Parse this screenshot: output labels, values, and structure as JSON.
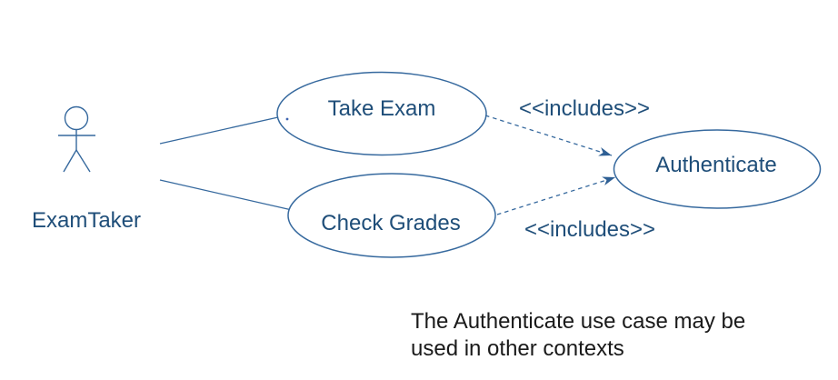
{
  "diagram": {
    "kind": "uml-use-case",
    "actor": {
      "label": "ExamTaker"
    },
    "use_cases": [
      {
        "label": "Take Exam"
      },
      {
        "label": "Check Grades"
      },
      {
        "label": "Authenticate"
      }
    ],
    "associations": [
      {
        "from": "ExamTaker",
        "to": "Take Exam"
      },
      {
        "from": "ExamTaker",
        "to": "Check Grades"
      }
    ],
    "connectors": [
      {
        "from": "Take Exam",
        "to": "Authenticate",
        "label": "<<includes>>",
        "style": "dashed-arrow"
      },
      {
        "from": "Check Grades",
        "to": "Authenticate",
        "label": "<<includes>>",
        "style": "dashed-arrow"
      }
    ],
    "note": {
      "line1": "The Authenticate use case may be",
      "line2": "used in other contexts"
    },
    "colors": {
      "stroke": "#36699E",
      "text": "#1F4E79",
      "arrow": "#2E5F94",
      "note_text": "#1A1A1A",
      "background": "#FFFFFF",
      "stray_dot": "#3E64B0"
    }
  }
}
